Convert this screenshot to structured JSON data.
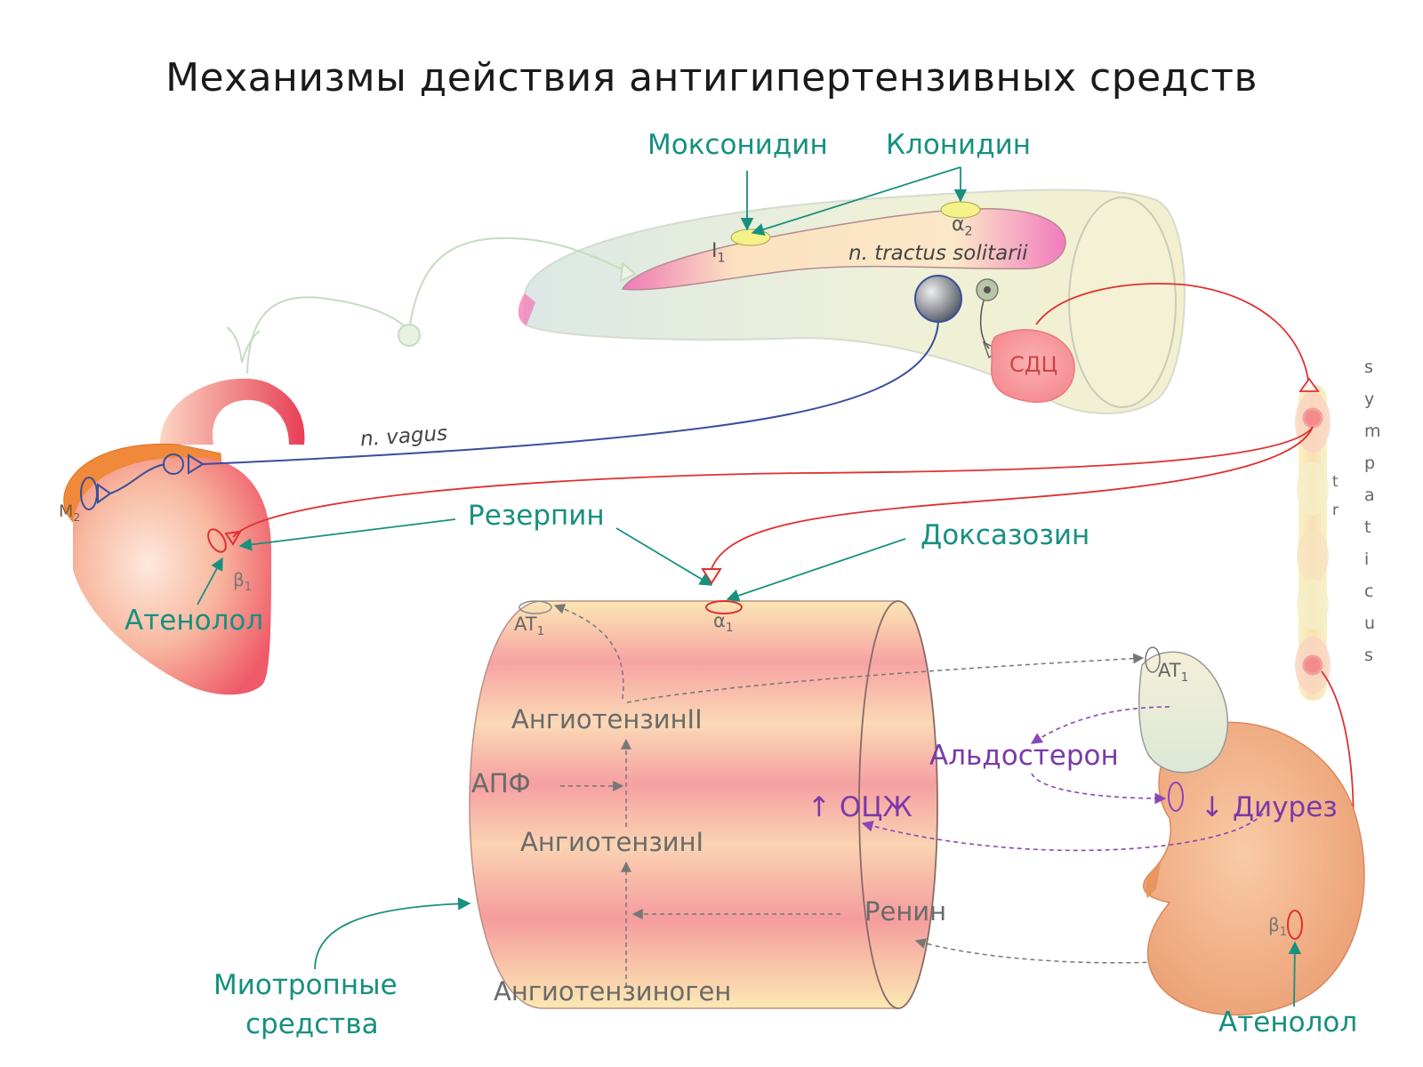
{
  "title": "Механизмы действия антигипертензивных средств",
  "drugs": {
    "moxonidine": "Моксонидин",
    "clonidine": "Клонидин",
    "reserpine": "Резерпин",
    "doxazosin": "Доксазозин",
    "atenolol_heart": "Атенолол",
    "atenolol_kidney": "Атенолол",
    "myotropic_line1": "Миотропные",
    "myotropic_line2": "средства"
  },
  "brain": {
    "i1": "I",
    "i1_sub": "1",
    "a2": "α",
    "a2_sub": "2",
    "nts": "n. tractus solitarii",
    "vmc": "СДЦ"
  },
  "nerves": {
    "vagus": "n. vagus",
    "sympathicus_letters": [
      "s",
      "y",
      "m",
      "p",
      "a",
      "t",
      "i",
      "c",
      "u",
      "s"
    ],
    "truncus_letters": [
      "t",
      "r"
    ]
  },
  "heart": {
    "m2": "M",
    "m2_sub": "2",
    "b1": "β",
    "b1_sub": "1"
  },
  "vessel": {
    "at1": "AT",
    "at1_sub": "1",
    "a1": "α",
    "a1_sub": "1",
    "angiotensin2": "АнгиотензинII",
    "ace": "АПФ",
    "angiotensin1": "АнгиотензинI",
    "angiotensinogen": "Ангиотензиноген",
    "renin": "Ренин",
    "bcv": "↑ ОЦЖ"
  },
  "kidney": {
    "at1": "AT",
    "at1_sub": "1",
    "aldosterone": "Альдостерон",
    "diuresis": "↓ Диурез",
    "b1": "β",
    "b1_sub": "1"
  },
  "colors": {
    "drug_text": "#17907f",
    "sympathetic": "#e03030",
    "vagus": "#3a4f9a",
    "raas_arrow": "#777777",
    "aldosterone_arrow": "#8a46b8"
  }
}
